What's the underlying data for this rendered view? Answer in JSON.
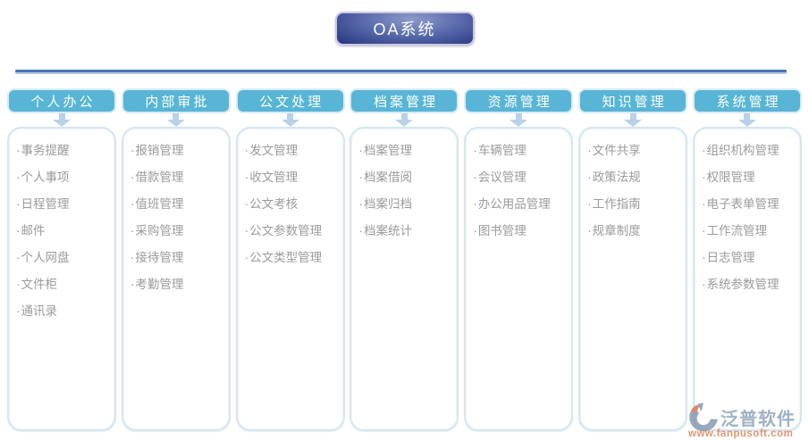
{
  "title": {
    "label": "OA系统"
  },
  "list_bullet": "·",
  "columns": [
    {
      "header": "个人办公",
      "items": [
        "事务提醒",
        "个人事项",
        "日程管理",
        "邮件",
        "个人网盘",
        "文件柜",
        "通讯录"
      ]
    },
    {
      "header": "内部审批",
      "items": [
        "报销管理",
        "借款管理",
        "值班管理",
        "采购管理",
        "接待管理",
        "考勤管理"
      ]
    },
    {
      "header": "公文处理",
      "items": [
        "发文管理",
        "收文管理",
        "公文考核",
        "公文参数管理",
        "公文类型管理"
      ]
    },
    {
      "header": "档案管理",
      "items": [
        "档案管理",
        "档案借阅",
        "档案归档",
        "档案统计"
      ]
    },
    {
      "header": "资源管理",
      "items": [
        "车辆管理",
        "会议管理",
        "办公用品管理",
        "图书管理"
      ]
    },
    {
      "header": "知识管理",
      "items": [
        "文件共享",
        "政策法规",
        "工作指南",
        "规章制度"
      ]
    },
    {
      "header": "系统管理",
      "items": [
        "组织机构管理",
        "权限管理",
        "电子表单管理",
        "工作流管理",
        "日志管理",
        "系统参数管理"
      ]
    }
  ],
  "watermark": {
    "brand": "泛普软件",
    "url": "www.fanpusoft.com"
  },
  "icons": {
    "arrow_down": "arrow-down-icon",
    "logo_mark": "fanpu-logo-icon"
  },
  "colors": {
    "title_navy": "#24357B",
    "title_border": "#CDC7E0",
    "rule_blue": "#4A74B2",
    "header_teal": "#58B5D6",
    "panel_border": "#D6E6F2",
    "arrow_blue": "#B9D2EA",
    "item_text": "#9B9B9B",
    "logo_gray": "#8AA0B6",
    "logo_orange": "#DF7F52"
  }
}
